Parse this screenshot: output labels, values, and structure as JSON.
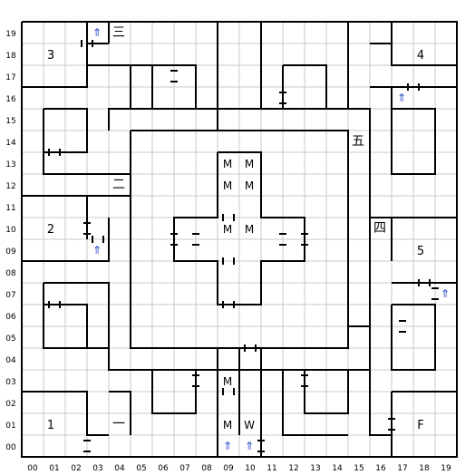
{
  "map": {
    "cols": 20,
    "rows": 20,
    "row_labels": [
      "19",
      "18",
      "17",
      "16",
      "15",
      "14",
      "13",
      "12",
      "11",
      "10",
      "09",
      "08",
      "07",
      "06",
      "05",
      "04",
      "03",
      "02",
      "01",
      "00"
    ],
    "col_labels": [
      "00",
      "01",
      "02",
      "03",
      "04",
      "05",
      "06",
      "07",
      "08",
      "09",
      "10",
      "11",
      "12",
      "13",
      "14",
      "15",
      "16",
      "17",
      "18",
      "19"
    ],
    "room_numbers": [
      "1",
      "2",
      "3",
      "4",
      "5",
      "F"
    ],
    "kanji": [
      "一",
      "二",
      "三",
      "四",
      "五"
    ],
    "markers": {
      "monster": "M",
      "warp": "W"
    },
    "stairs_glyph": "⇑",
    "colors": {
      "grid": "#c8c8c8",
      "wall": "#000000",
      "stairs": "#1a3cc8",
      "label": "#000000"
    }
  }
}
